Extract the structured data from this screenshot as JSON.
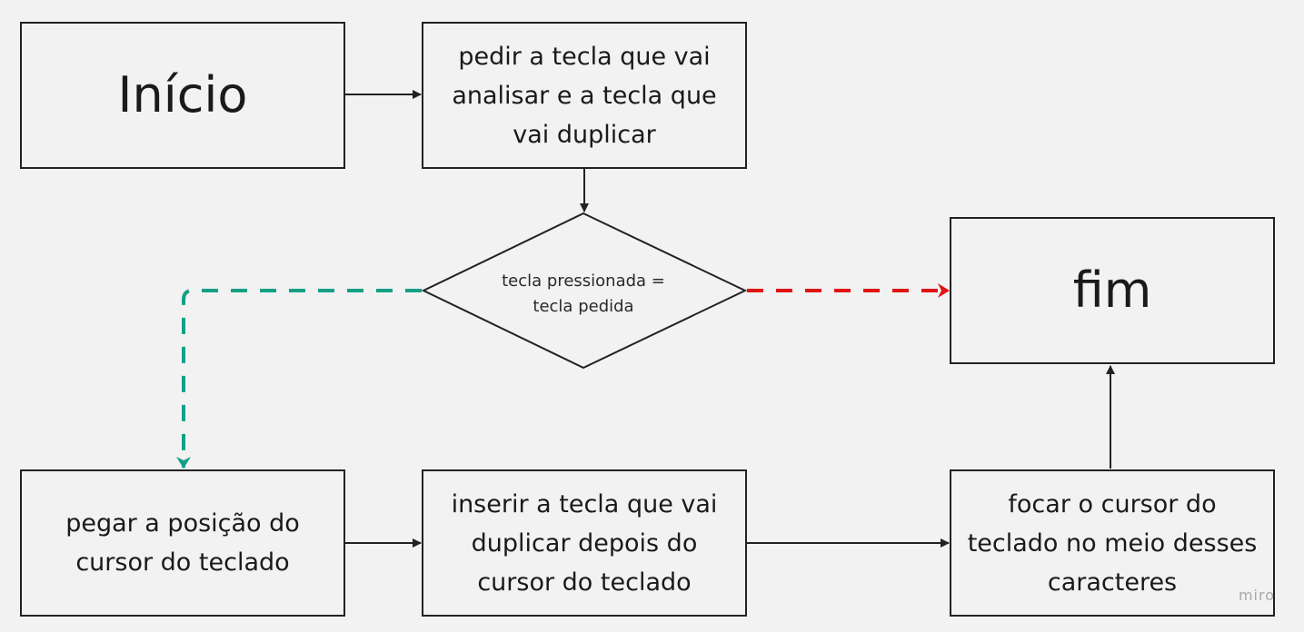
{
  "nodes": {
    "inicio": "Início",
    "pedir": "pedir a tecla que vai analisar e a tecla que vai duplicar",
    "decisao": "tecla pressionada = tecla pedida",
    "fim": "fim",
    "pegar": "pegar a posição do cursor do teclado",
    "inserir": "inserir a tecla que vai duplicar depois do cursor do teclado",
    "focar": "focar o cursor do teclado no meio desses caracteres"
  },
  "watermark": "miro",
  "colors": {
    "line": "#222222",
    "yes_branch": "#13a085",
    "no_branch": "#e01414"
  }
}
